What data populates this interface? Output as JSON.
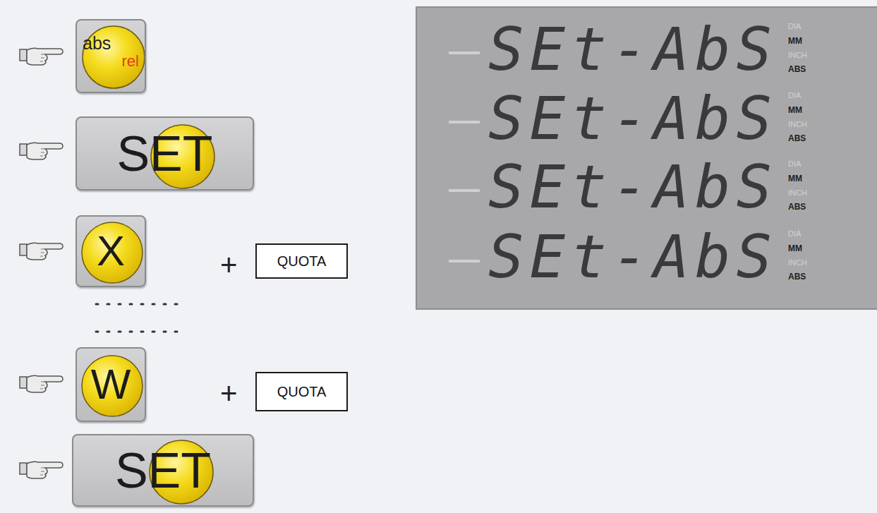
{
  "diagram": {
    "nodes": [
      {
        "text": [
          "abs",
          "rel"
        ]
      },
      {
        "text": [
          "SET"
        ]
      },
      {
        "text": [
          "X"
        ]
      },
      {
        "text": [
          "QUOTA"
        ]
      },
      {
        "text": [
          "W"
        ]
      },
      {
        "text": [
          "QUOTA"
        ]
      },
      {
        "text": [
          "SET"
        ]
      }
    ],
    "labels": [
      "+",
      "+",
      "SEt-AbS",
      "DIA",
      "MM",
      "INCH",
      "ABS",
      "SEt-AbS",
      "DIA",
      "MM",
      "INCH",
      "ABS",
      "SEt-AbS",
      "DIA",
      "MM",
      "INCH",
      "ABS",
      "SEt-AbS",
      "DIA",
      "MM",
      "INCH",
      "ABS"
    ]
  }
}
